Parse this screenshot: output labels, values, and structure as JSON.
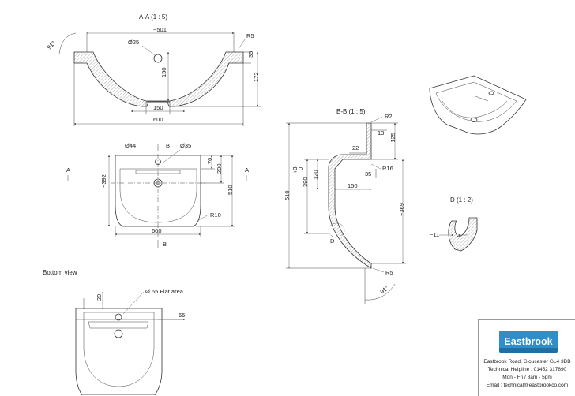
{
  "section_aa": {
    "title": "A-A  (1 : 5)",
    "dim_width_top": "~501",
    "dim_hole": "Ø25",
    "dim_radius": "R5",
    "dim_rim_thickness": "35",
    "dim_depth_150": "150",
    "dim_depth_172": "172",
    "dim_bottom_150": "150",
    "dim_overall": "600",
    "angle": "91°"
  },
  "plan_view": {
    "dim_waste": "Ø44",
    "label_b_top": "B",
    "dim_taphole": "Ø35",
    "dim_392": "~392",
    "dim_70": "70",
    "dim_200": "200",
    "dim_510": "510",
    "dim_r10": "R10",
    "dim_600": "600",
    "label_b_bottom": "B",
    "label_a_left": "A",
    "label_a_right": "A"
  },
  "section_bb": {
    "title": "B-B  (1 : 5)",
    "dim_r2": "R2",
    "dim_13": "13",
    "dim_22": "22",
    "dim_125": "~125",
    "dim_35": "35",
    "dim_r16": "R16",
    "dim_plus3": "+3",
    "dim_zero": "0",
    "dim_390": "390",
    "dim_120": "120",
    "dim_150": "150",
    "dim_510": "510",
    "dim_369": "~369",
    "label_d": "D",
    "dim_r5": "R5",
    "angle": "91°"
  },
  "detail_d": {
    "title": "D  (1 : 2)",
    "dim_11": "~11"
  },
  "bottom_view": {
    "title": "Bottom view",
    "dim_20": "20",
    "dim_flat": "Ø 65 Flat area",
    "dim_65": "65"
  },
  "title_block": {
    "brand": "Eastbrook",
    "address": "Eastbrook Road, Gloucester GL4 3DB",
    "helpline": "Technical Helpline : 01452 317890",
    "hours": "Mon - Fri / 8am - 5pm",
    "email": "Email : technical@eastbrookco.com"
  },
  "colors": {
    "brand_blue": "#2f8ec9",
    "line": "#333333"
  }
}
